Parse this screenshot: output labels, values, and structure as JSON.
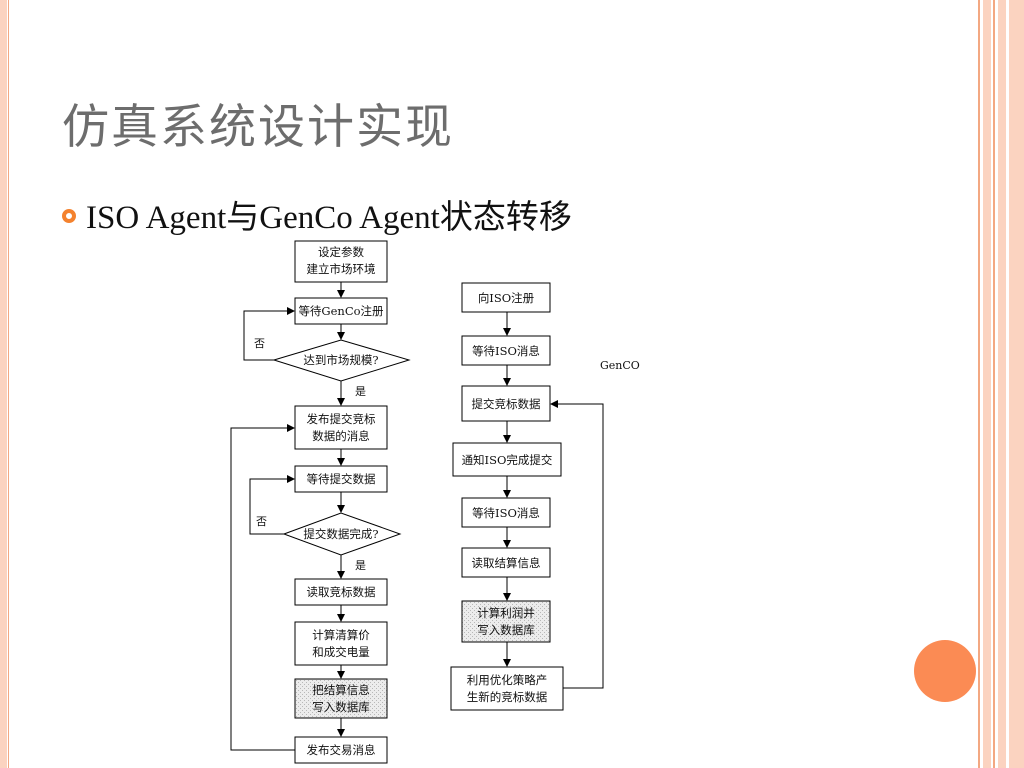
{
  "slide": {
    "title": "仿真系统设计实现",
    "bullet": "ISO Agent与GenCo Agent状态转移"
  },
  "iso_flow": {
    "setup": [
      "设定参数",
      "建立市场环境"
    ],
    "wait_register": "等待GenCo注册",
    "decision_scale": "达到市场规模?",
    "publish_bid_msg": [
      "发布提交竞标",
      "数据的消息"
    ],
    "wait_submit": "等待提交数据",
    "decision_submit": "提交数据完成?",
    "read_bid": "读取竞标数据",
    "calc_clearing": [
      "计算清算价",
      "和成交电量"
    ],
    "write_settlement": [
      "把结算信息",
      "写入数据库"
    ],
    "publish_trade": "发布交易消息",
    "yes_label": "是",
    "no_label": "否"
  },
  "genco_flow": {
    "label": "GenCO",
    "register": "向ISO注册",
    "wait_iso_msg_1": "等待ISO消息",
    "submit_bid": "提交竞标数据",
    "notify_iso": "通知ISO完成提交",
    "wait_iso_msg_2": "等待ISO消息",
    "read_settlement": "读取结算信息",
    "calc_profit": [
      "计算利润并",
      "写入数据库"
    ],
    "optimize": [
      "利用优化策略产",
      "生新的竞标数据"
    ]
  },
  "colors": {
    "accent_orange": "#f4822e",
    "circle_orange": "#fb8b54",
    "frame_peach": "#fbd3c0",
    "title_gray": "#6d6d6d"
  }
}
